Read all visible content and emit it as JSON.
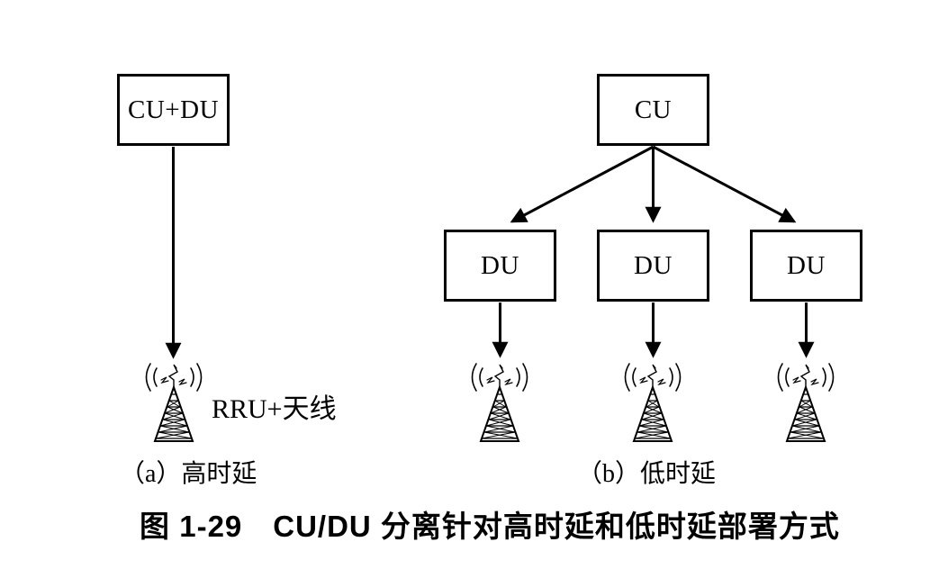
{
  "figure": {
    "title": "图 1-29　CU/DU 分离针对高时延和低时延部署方式"
  },
  "panel_a": {
    "caption": "（a）高时延",
    "node_label": "CU+DU",
    "antenna_label": "RRU+天线",
    "antenna_icon": "antenna-tower-icon"
  },
  "panel_b": {
    "caption": "（b）低时延",
    "cu_label": "CU",
    "du_labels": [
      "DU",
      "DU",
      "DU"
    ],
    "antenna_icon": "antenna-tower-icon"
  },
  "colors": {
    "line": "#000000",
    "text": "#000000",
    "background": "#ffffff"
  }
}
